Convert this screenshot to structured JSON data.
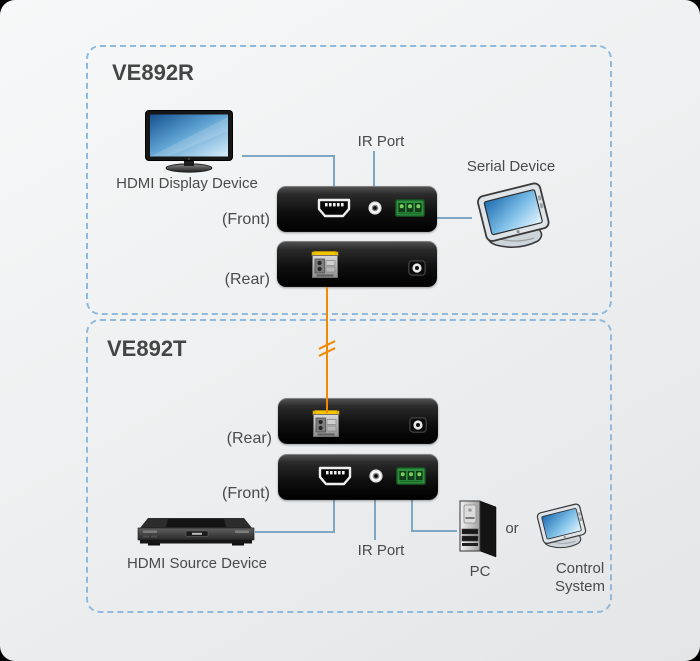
{
  "colors": {
    "bg_start": "#f7f8f9",
    "bg_end": "#e4e5e7",
    "dashed_border": "#8fbade",
    "connection_line": "#7ea7c5",
    "fiber_cable": "#f18a00",
    "label_text": "#4a4a4a",
    "title_text": "#454545",
    "terminal_green": "#2e9140",
    "sfp_yellow": "#f5c400"
  },
  "receiver": {
    "title": "VE892R",
    "labels": {
      "display_device": "HDMI Display Device",
      "ir_port": "IR Port",
      "serial_device": "Serial Device",
      "front": "(Front)",
      "rear": "(Rear)"
    },
    "icons": [
      "hdmi-display-icon",
      "hdmi-port-icon",
      "ir-jack-icon",
      "serial-terminal-icon",
      "sfp-fiber-port-icon",
      "power-jack-icon",
      "serial-device-icon"
    ]
  },
  "transmitter": {
    "title": "VE892T",
    "labels": {
      "source_device": "HDMI Source Device",
      "ir_port": "IR Port",
      "pc": "PC",
      "or": "or",
      "control_line1": "Control",
      "control_line2": "System",
      "front": "(Front)",
      "rear": "(Rear)"
    },
    "icons": [
      "hdmi-source-icon",
      "hdmi-port-icon",
      "ir-jack-icon",
      "serial-terminal-icon",
      "sfp-fiber-port-icon",
      "power-jack-icon",
      "pc-tower-icon",
      "control-system-icon"
    ]
  },
  "cable": {
    "type": "fiber",
    "break_mark": "cable-break-icon"
  }
}
